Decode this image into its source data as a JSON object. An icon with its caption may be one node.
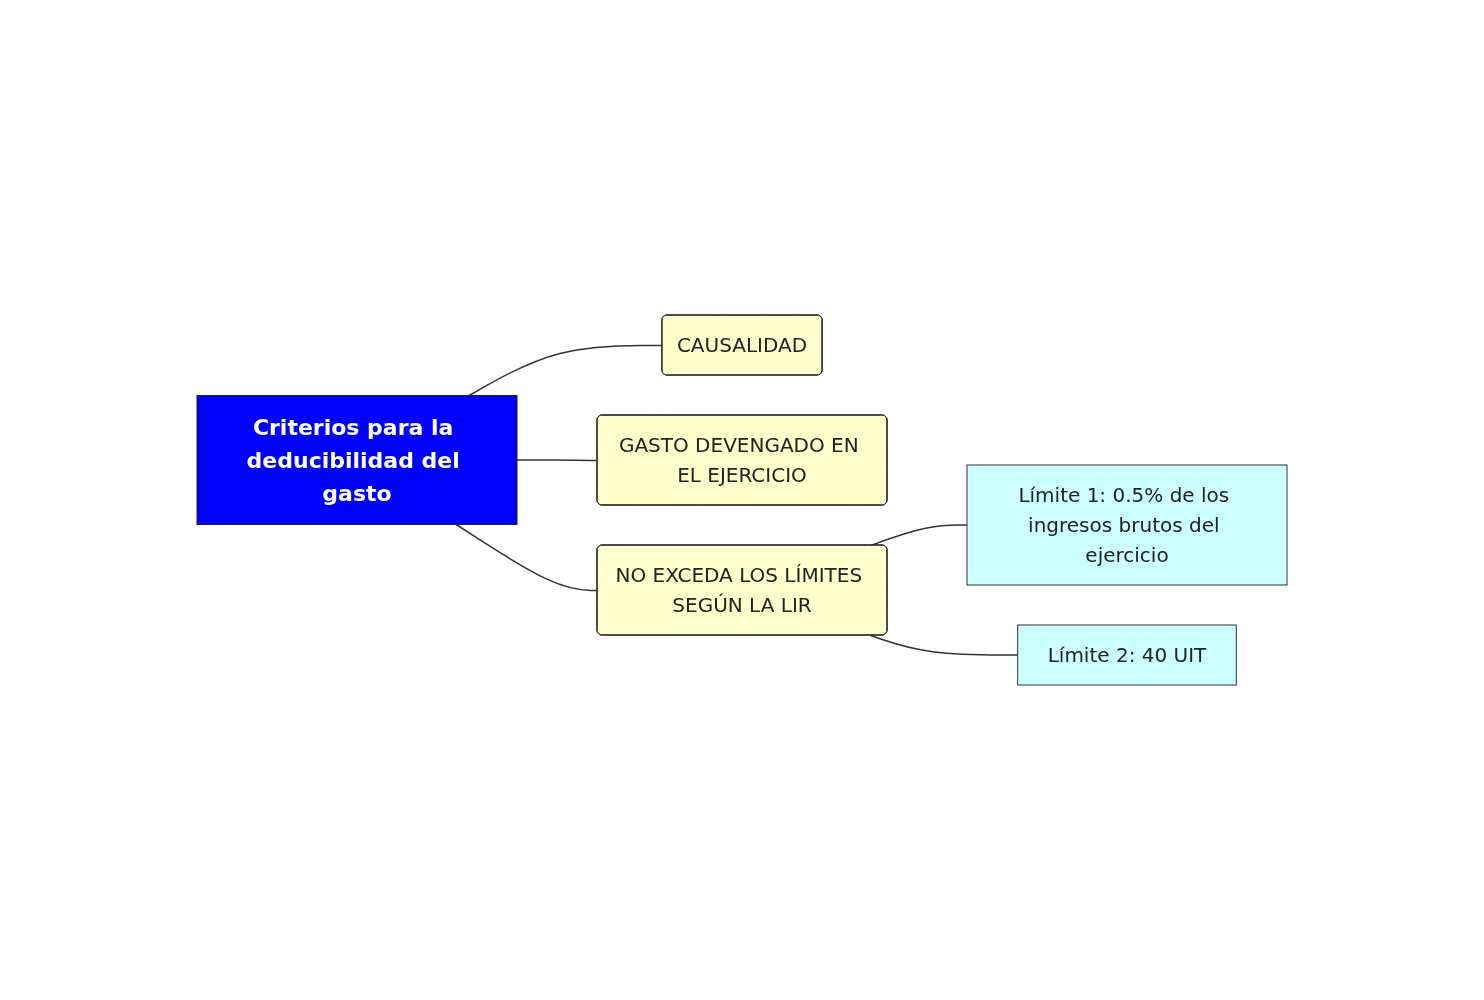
{
  "diagram": {
    "nodes": [
      {
        "text": [
          "Criterios para la deducibilidad del gasto"
        ]
      },
      {
        "text": [
          "CAUSALIDAD"
        ]
      },
      {
        "text": [
          "GASTO DEVENGADO EN EL EJERCICIO"
        ]
      },
      {
        "text": [
          "NO EXCEDA LOS LÍMITES SEGÚN LA LIR"
        ]
      },
      {
        "text": [
          "Límite 1: 0.5% de los ingresos brutos del ejercicio"
        ]
      },
      {
        "text": [
          "Límite 2: 40 UIT"
        ]
      }
    ],
    "edges": [
      {
        "from": 0,
        "to": 1,
        "arrow": "none"
      },
      {
        "from": 0,
        "to": 2,
        "arrow": "none"
      },
      {
        "from": 0,
        "to": 3,
        "arrow": "none"
      },
      {
        "from": 3,
        "to": 4,
        "arrow": "none"
      },
      {
        "from": 3,
        "to": 5,
        "arrow": "none"
      }
    ]
  }
}
